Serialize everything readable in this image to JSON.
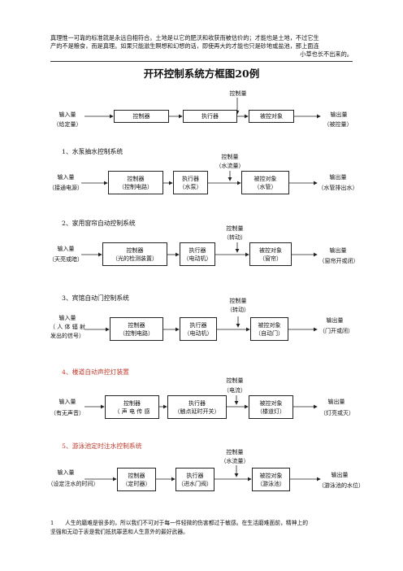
{
  "header": {
    "line1": "真理惟一可靠的标准就是永远自相符合。土地是以它的肥沃和收获而被估价的；才能也是土地，不过它生",
    "line2": "产的不是粮食，而是真理。如果只能滋生瞑想和幻想的话，即使再大的才能也只是砂地或盐池，那上面连",
    "line3": "小草也长不出来的。"
  },
  "title": "开环控制系统方框图20例",
  "generic": {
    "control": "控制量",
    "input": "输入量",
    "input_sub": "（给定量）",
    "controller": "控制器",
    "actuator": "执行器",
    "plant": "被控对象",
    "output": "输出量",
    "output_sub": "（被控量）"
  },
  "examples": [
    {
      "heading": "1、水泵抽水控制系统",
      "control": "控制量",
      "control_sub": "（水流量）",
      "input": "输入量",
      "input_sub": "（接通电源）",
      "controller": "控制器",
      "controller_sub": "（控制电路）",
      "actuator": "执行器",
      "actuator_sub": "（水泵）",
      "plant": "被控对象",
      "plant_sub": "（水管）",
      "output": "输出量",
      "output_sub": "（水管排出水）"
    },
    {
      "heading": "2、家用窗帘自动控制系统",
      "control": "控制量",
      "control_sub": "（转动）",
      "input": "输入量",
      "input_sub": "（天亮或暗）",
      "controller": "控制器",
      "controller_sub": "（光的检测装置）",
      "actuator": "执行器",
      "actuator_sub": "（电动机）",
      "plant": "被控对象",
      "plant_sub": "（窗帘）",
      "output": "输出量",
      "output_sub": "（窗帘开或闭）"
    },
    {
      "heading": "3、宾馆自动门控制系统",
      "control": "控制量",
      "control_sub": "（转动）",
      "input": "输入量",
      "input_sub": "（ 人 体 辐 射",
      "input_sub2": "发出的信号）",
      "controller": "控制器",
      "controller_sub": "（控制电路）",
      "actuator": "执行器",
      "actuator_sub": "（电动机）",
      "plant": "被控对象",
      "plant_sub": "（自动门）",
      "output": "输出量",
      "output_sub": "（门开或闭）"
    },
    {
      "heading": "4、楼道自动声控灯装置",
      "control": "控制量",
      "control_sub": "（电流）",
      "input": "输入量",
      "input_sub": "（有无声音）",
      "controller": "控制器",
      "controller_sub": "（ 声 电 传 感",
      "actuator": "执行器",
      "actuator_sub": "（触点延时开关）",
      "plant": "被控对象",
      "plant_sub": "（楼道灯）",
      "output": "输出量",
      "output_sub": "（灯亮或灭）"
    },
    {
      "heading": "5、游泳池定时注水控制系统",
      "control": "控制量",
      "control_sub": "（水流量）",
      "input": "输入量",
      "input_sub": "（设定注水的时间）",
      "controller": "控制器",
      "controller_sub": "（定时器）",
      "actuator": "执行器",
      "actuator_sub": "（进水门阀）",
      "plant": "被控对象",
      "plant_sub": "（游泳池）",
      "output": "输出量",
      "output_sub": "（游泳池的水位）"
    }
  ],
  "footer": {
    "number": "1",
    "line1": "人生的磨难是很多的，所以我们不可对于每一件轻微的伤害都过于敏感。在生活磨难面前，精神上的",
    "line2": "坚强和无动于衷是我们抵抗罪恶和人生意外的最好武器。"
  },
  "colors": {
    "ink": "#111111",
    "red_heading": "#c0392b"
  }
}
